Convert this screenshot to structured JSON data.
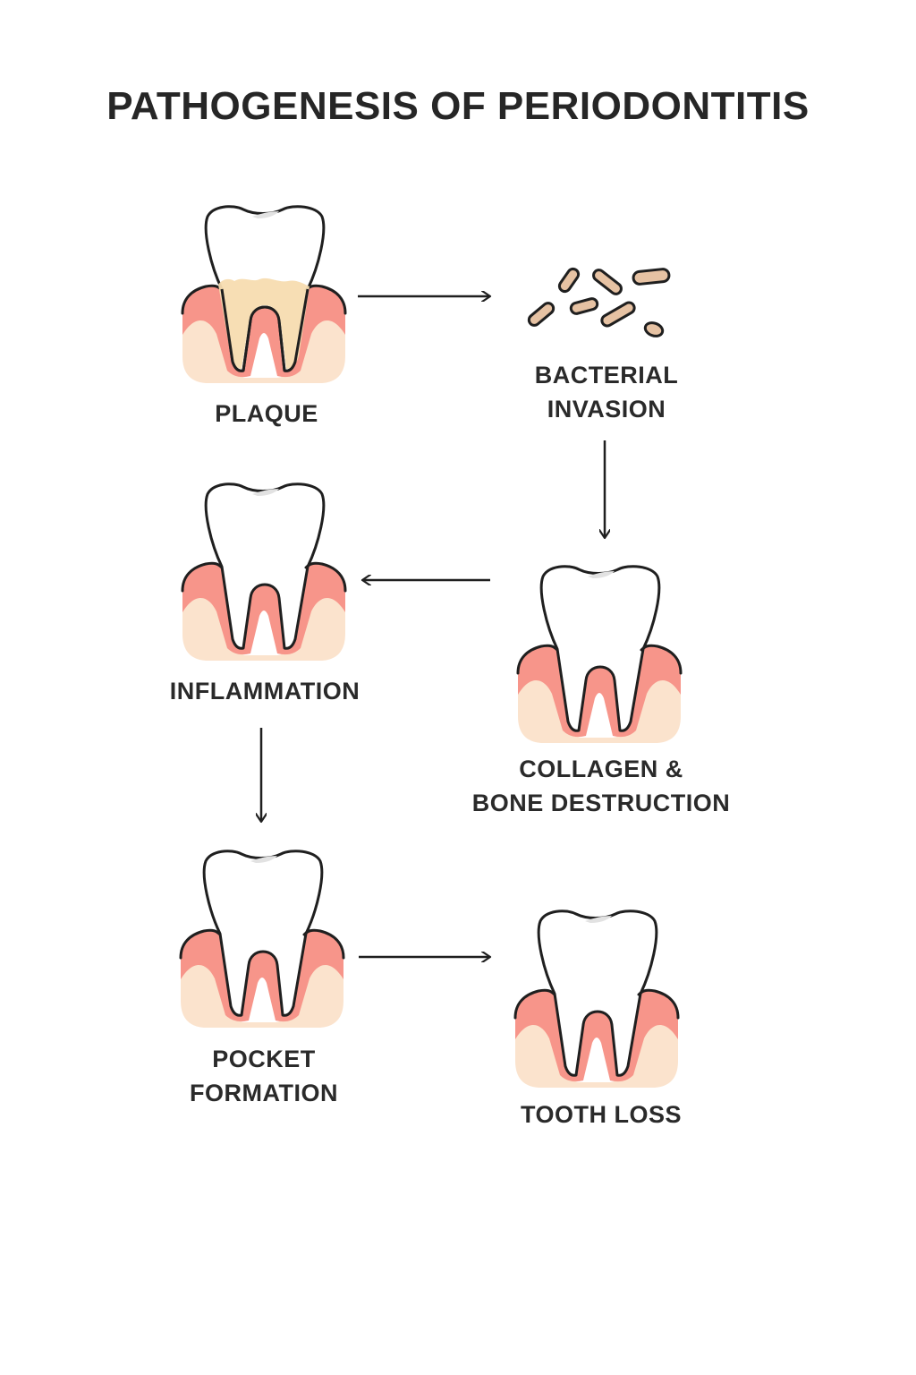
{
  "title": "PATHOGENESIS OF PERIODONTITIS",
  "colors": {
    "outline": "#1f1f1f",
    "gum": "#f7958a",
    "bone": "#fbe3cd",
    "plaque": "#f7dcb0",
    "bacteria": "#e6c2a3",
    "tooth": "#ffffff"
  },
  "stages": [
    {
      "id": "plaque",
      "lines": [
        "PLAQUE"
      ]
    },
    {
      "id": "bacterial-invasion",
      "lines": [
        "BACTERIAL",
        "INVASION"
      ]
    },
    {
      "id": "collagen-bone-destruction",
      "lines": [
        "COLLAGEN &",
        "BONE DESTRUCTION"
      ]
    },
    {
      "id": "inflammation",
      "lines": [
        "INFLAMMATION"
      ]
    },
    {
      "id": "pocket-formation",
      "lines": [
        "POCKET",
        "FORMATION"
      ]
    },
    {
      "id": "tooth-loss",
      "lines": [
        "TOOTH LOSS"
      ]
    }
  ],
  "flow": [
    {
      "from": "plaque",
      "to": "bacterial-invasion",
      "direction": "right"
    },
    {
      "from": "bacterial-invasion",
      "to": "collagen-bone-destruction",
      "direction": "down"
    },
    {
      "from": "collagen-bone-destruction",
      "to": "inflammation",
      "direction": "left"
    },
    {
      "from": "inflammation",
      "to": "pocket-formation",
      "direction": "down"
    },
    {
      "from": "pocket-formation",
      "to": "tooth-loss",
      "direction": "right"
    }
  ]
}
